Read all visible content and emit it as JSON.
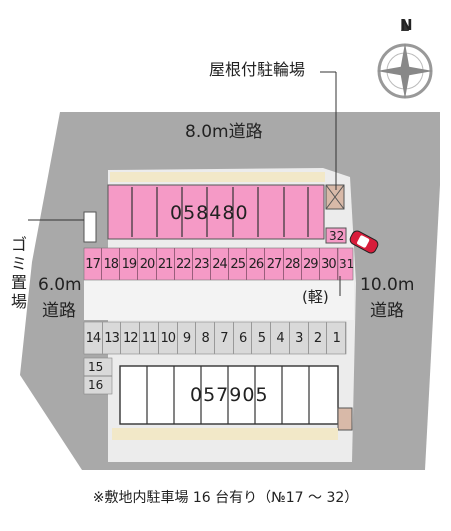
{
  "compass": {
    "north_label": "N",
    "icon": "compass-rose-icon"
  },
  "labels": {
    "bike_shed": "屋根付駐輪場",
    "road_top": "8.0m道路",
    "road_left_width": "6.0m",
    "road_left_name": "道路",
    "road_right_width": "10.0m",
    "road_right_name": "道路",
    "garbage": "ゴミ置場",
    "kei": "(軽)"
  },
  "buildings": {
    "north": "058480",
    "south": "057905"
  },
  "parking": {
    "row_pink": [
      "17",
      "18",
      "19",
      "20",
      "21",
      "22",
      "23",
      "24",
      "25",
      "26",
      "27",
      "28",
      "29",
      "30"
    ],
    "slot_31": "31",
    "slot_32": "32",
    "row_gray_top": [
      "14",
      "13",
      "12",
      "11",
      "10",
      "9",
      "8",
      "7",
      "6",
      "5",
      "4",
      "3",
      "2",
      "1"
    ],
    "left_small": [
      "15",
      "16"
    ]
  },
  "colors": {
    "road": "#a9a9a9",
    "lot": "#ececec",
    "pink": "#f59ac6",
    "pink_light": "#f8c9de",
    "slot_gray": "#d9d9d9",
    "car_red": "#d81c3a"
  },
  "footer": "※敷地内駐車場 16 台有り（№17 ～ 32）"
}
